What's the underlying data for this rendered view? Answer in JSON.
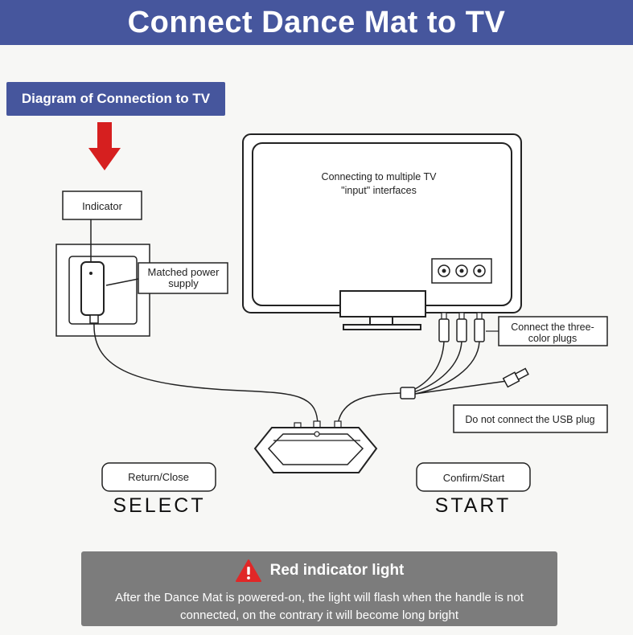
{
  "header": {
    "title": "Connect Dance Mat to TV"
  },
  "diagram": {
    "section_label": "Diagram of Connection to TV",
    "indicator_label": "Indicator",
    "power_supply_label_line1": "Matched power",
    "power_supply_label_line2": "supply",
    "tv_text_line1": "Connecting to multiple TV",
    "tv_text_line2": "\"input\" interfaces",
    "plugs_label_line1": "Connect the three-",
    "plugs_label_line2": "color plugs",
    "usb_label": "Do not connect the USB plug",
    "return_button_label": "Return/Close",
    "select_label": "SELECT",
    "confirm_button_label": "Confirm/Start",
    "start_label": "START"
  },
  "notice": {
    "title": "Red indicator light",
    "text": "After the Dance Mat is powered-on, the light will flash when the handle is not connected, on the contrary it will become long bright"
  },
  "colors": {
    "header_bg": "#46569d",
    "arrow_red": "#d61f1f",
    "warning_red": "#e02727",
    "notice_bg": "#7c7c7c"
  },
  "icons": {
    "arrow": "down-arrow-icon",
    "warning": "warning-triangle-icon"
  }
}
